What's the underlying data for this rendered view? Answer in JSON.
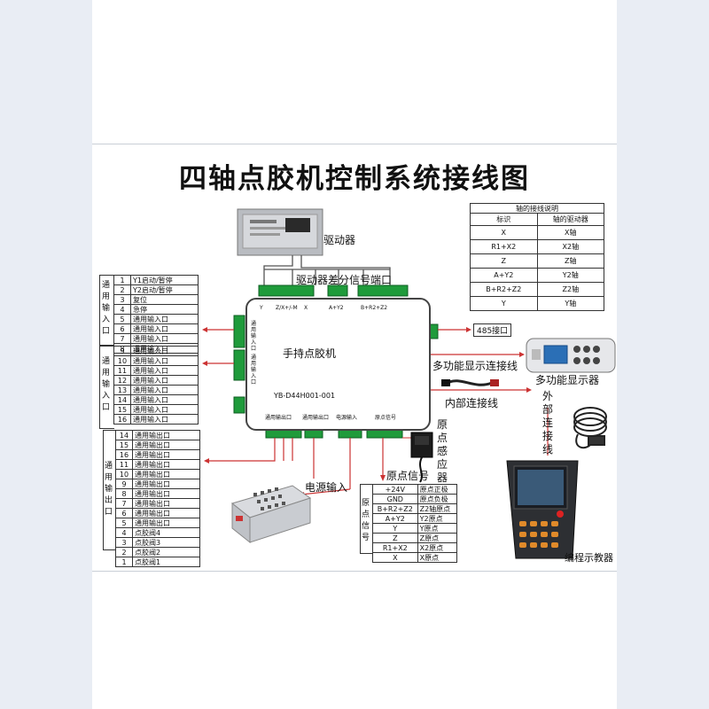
{
  "title": "四轴点胶机控制系统接线图",
  "driver_label": "驱动器",
  "driver_port_label": "驱动器差分信号端口",
  "board": {
    "name": "手持点胶机",
    "model": "YB-D44H001-001",
    "port_labels_top": [
      "Y",
      "Z/X+/-M",
      "X",
      "A+Y2",
      "B+R2+Z2"
    ],
    "left_label_1": "通用输入口",
    "left_label_2": "通用输入口",
    "bottom_label_out": "通用输出口",
    "bottom_label_out2": "通用输出口",
    "bottom_label_power": "电源输入",
    "bottom_label_origin": "原点信号"
  },
  "port485_label": "485接口",
  "display_cable_label": "多功能显示连接线",
  "display_label": "多功能显示器",
  "internal_cable_label": "内部连接线",
  "external_cable_label": "外部连接线",
  "pendant_label": "编程示教器",
  "power_label": "电源输入",
  "origin_signal_label": "原点信号",
  "origin_sensor_label": "原点感应器",
  "axis_table": {
    "title": "轴的接线说明",
    "headers": [
      "标识",
      "轴的驱动器"
    ],
    "rows": [
      [
        "X",
        "X轴"
      ],
      [
        "R1+X2",
        "X2轴"
      ],
      [
        "Z",
        "Z轴"
      ],
      [
        "A+Y2",
        "Y2轴"
      ],
      [
        "B+R2+Z2",
        "Z2轴"
      ],
      [
        "Y",
        "Y轴"
      ]
    ]
  },
  "input_table_1": {
    "side_label": "通用输入口",
    "rows": [
      [
        "1",
        "Y1启动/暂停"
      ],
      [
        "2",
        "Y2启动/暂停"
      ],
      [
        "3",
        "复位"
      ],
      [
        "4",
        "急停"
      ],
      [
        "5",
        "通用输入口"
      ],
      [
        "6",
        "通用输入口"
      ],
      [
        "7",
        "通用输入口"
      ],
      [
        "8",
        "通用输入口"
      ]
    ]
  },
  "input_table_2": {
    "side_label": "通用输入口",
    "rows": [
      [
        "9",
        "通用输入口"
      ],
      [
        "10",
        "通用输入口"
      ],
      [
        "11",
        "通用输入口"
      ],
      [
        "12",
        "通用输入口"
      ],
      [
        "13",
        "通用输入口"
      ],
      [
        "14",
        "通用输入口"
      ],
      [
        "15",
        "通用输入口"
      ],
      [
        "16",
        "通用输入口"
      ]
    ]
  },
  "output_table": {
    "side_label": "通用输出口",
    "rows": [
      [
        "14",
        "通用输出口"
      ],
      [
        "15",
        "通用输出口"
      ],
      [
        "16",
        "通用输出口"
      ],
      [
        "11",
        "通用输出口"
      ],
      [
        "10",
        "通用输出口"
      ],
      [
        "9",
        "通用输出口"
      ],
      [
        "8",
        "通用输出口"
      ],
      [
        "7",
        "通用输出口"
      ],
      [
        "6",
        "通用输出口"
      ],
      [
        "5",
        "通用输出口"
      ],
      [
        "4",
        "点胶阀4"
      ],
      [
        "3",
        "点胶阀3"
      ],
      [
        "2",
        "点胶阀2"
      ],
      [
        "1",
        "点胶阀1"
      ]
    ]
  },
  "origin_table": {
    "side_label": "原点信号",
    "rows": [
      [
        "+24V",
        "原点正极"
      ],
      [
        "GND",
        "原点负极"
      ],
      [
        "B+R2+Z2",
        "Z2轴原点"
      ],
      [
        "A+Y2",
        "Y2原点"
      ],
      [
        "Y",
        "Y原点"
      ],
      [
        "Z",
        "Z原点"
      ],
      [
        "R1+X2",
        "X2原点"
      ],
      [
        "X",
        "X原点"
      ]
    ]
  },
  "colors": {
    "terminal": "#1f9b3b",
    "wire_red": "#cc2222",
    "display_blue": "#2b6fb6"
  }
}
